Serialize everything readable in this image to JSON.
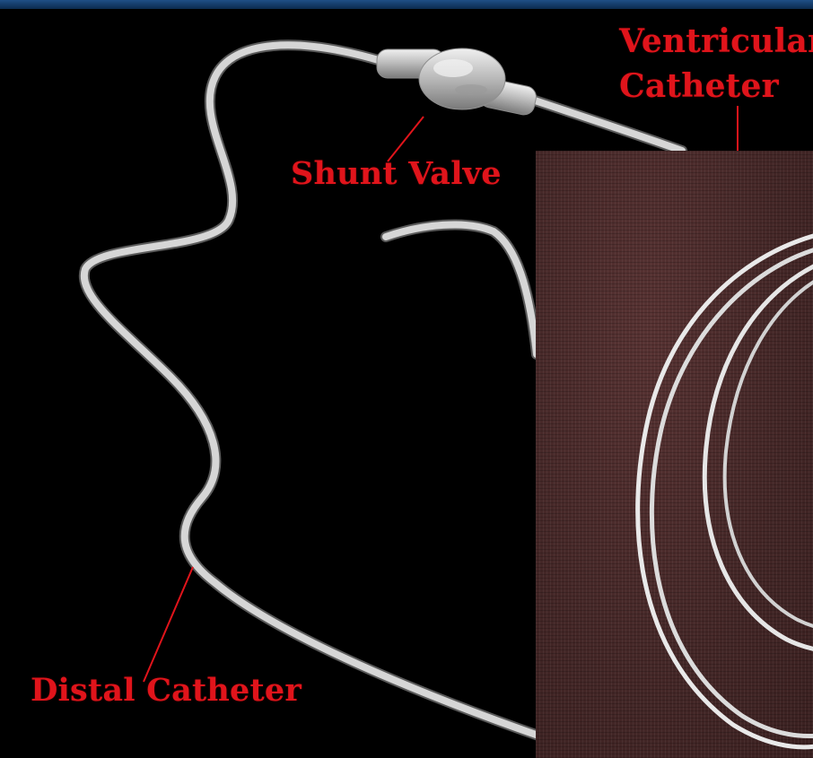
{
  "labels": {
    "ventricular_catheter_line1": "Ventricular",
    "ventricular_catheter_line2": "Catheter",
    "shunt_valve": "Shunt Valve",
    "distal_catheter": "Distal Catheter"
  },
  "colors": {
    "label_red": "#e0141b",
    "background": "#000000",
    "tubing": "#d9d9d9",
    "photo_background": "#4a2a2a",
    "top_stripe": "#1f4f86"
  }
}
